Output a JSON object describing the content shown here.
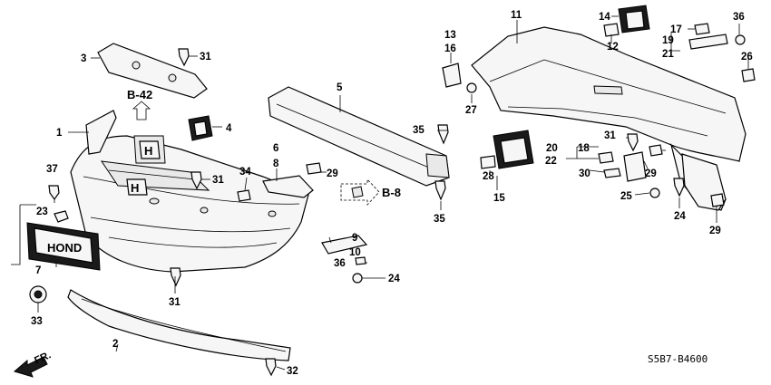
{
  "callouts": [
    "1",
    "2",
    "3",
    "4",
    "5",
    "6",
    "7",
    "8",
    "9",
    "10",
    "11",
    "12",
    "13",
    "14",
    "15",
    "16",
    "17",
    "18",
    "19",
    "20",
    "21",
    "22",
    "23",
    "24",
    "24",
    "25",
    "26",
    "27",
    "28",
    "29",
    "29",
    "29",
    "30",
    "31",
    "31",
    "31",
    "31",
    "32",
    "33",
    "34",
    "35",
    "35",
    "36",
    "36",
    "37"
  ],
  "references": {
    "b42": "B-42",
    "b8": "B-8"
  },
  "direction_label": "FR.",
  "diagram_code": "S5B7-B4600"
}
